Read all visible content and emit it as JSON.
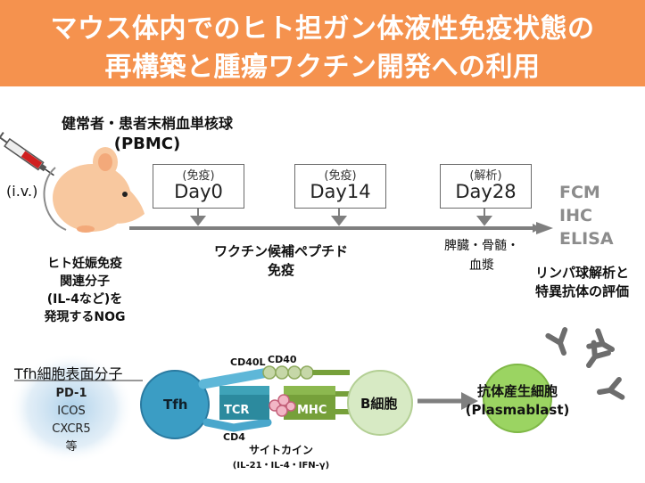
{
  "title": {
    "line1": "マウス体内でのヒト担ガン体液性免疫状態の",
    "line2": "再構築と腫瘍ワクチン開発への利用"
  },
  "pbmc": {
    "line1": "健常者・患者末梢血単核球",
    "line2": "(PBMC)"
  },
  "injection": "(i.v.)",
  "timeline": [
    {
      "sub": "(免疫)",
      "day": "Day0"
    },
    {
      "sub": "(免疫)",
      "day": "Day14"
    },
    {
      "sub": "(解析)",
      "day": "Day28"
    }
  ],
  "methods": [
    "FCM",
    "IHC",
    "ELISA"
  ],
  "vaccine": {
    "line1": "ワクチン候補ペプチド",
    "line2": "免疫"
  },
  "tissues": {
    "line1": "脾臓・骨髄・",
    "line2": "血漿"
  },
  "analysis": {
    "line1": "リンパ球解析と",
    "line2": "特異抗体の評価"
  },
  "mouse_desc": [
    "ヒト妊娠免疫",
    "関連分子",
    "(IL-4など)を",
    "発現するNOG"
  ],
  "tfh_surface": {
    "heading": "Tfh細胞表面分子",
    "items": [
      "PD-1",
      "ICOS",
      "CXCR5",
      "等"
    ]
  },
  "cells": {
    "tfh": "Tfh",
    "b_cell": "B細胞",
    "tcr": "TCR",
    "mhc": "MHC",
    "cd40l": "CD40L",
    "cd40": "CD40",
    "cd4": "CD4"
  },
  "cytokine": {
    "line1": "サイトカイン",
    "line2": "(IL-21・IL-4・IFN-γ)"
  },
  "plasma": {
    "line1": "抗体産生細胞",
    "line2": "(Plasmablast)"
  },
  "colors": {
    "banner": "#f5924e",
    "mouse": "#f8c89f",
    "tfh_cell": "#3b9dc4",
    "b_cell": "#d7eac4",
    "plasma_cell": "#9bd462",
    "mhc": "#76a03a",
    "tcr": "#2c8a9e",
    "arrow": "#7f7f7f"
  }
}
